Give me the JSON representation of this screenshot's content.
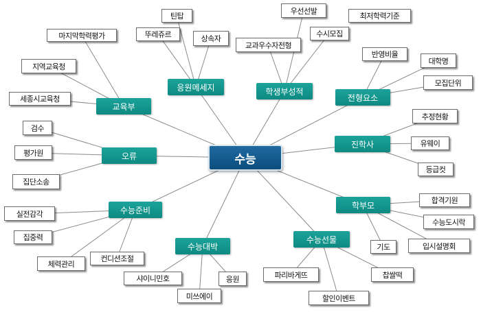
{
  "center": {
    "label": "수능"
  },
  "branches": {
    "education_ministry": {
      "label": "교육부",
      "items": [
        "마지막학력평가",
        "지역교육청",
        "세종시교육청"
      ]
    },
    "cheering_message": {
      "label": "응원메세지",
      "items": [
        "틴탑",
        "뚜레쥬르",
        "상속자"
      ]
    },
    "student_record": {
      "label": "학생부성적",
      "items": [
        "우선선발",
        "교과우수자전형",
        "수시모집",
        "최저학력기준"
      ]
    },
    "selection_factor": {
      "label": "전형요소",
      "items": [
        "반영비율",
        "대학명",
        "모집단위"
      ]
    },
    "jinhaksa": {
      "label": "진학사",
      "items": [
        "추정현황",
        "유웨이",
        "등급컷"
      ]
    },
    "error": {
      "label": "오류",
      "items": [
        "검수",
        "평가원",
        "집단소송"
      ]
    },
    "parents": {
      "label": "학부모",
      "items": [
        "합격기원",
        "수능도시락",
        "기도",
        "입시설명회"
      ]
    },
    "preparation": {
      "label": "수능준비",
      "items": [
        "실전감각",
        "집중력",
        "체력관리",
        "컨디션조절"
      ]
    },
    "dinner": {
      "label": "수능대박",
      "items": [
        "샤이니민호",
        "미쓰에이",
        "응원"
      ]
    },
    "gift": {
      "label": "수능선물",
      "items": [
        "찹쌀떡",
        "파리바게뜨",
        "할인이벤트"
      ]
    }
  }
}
